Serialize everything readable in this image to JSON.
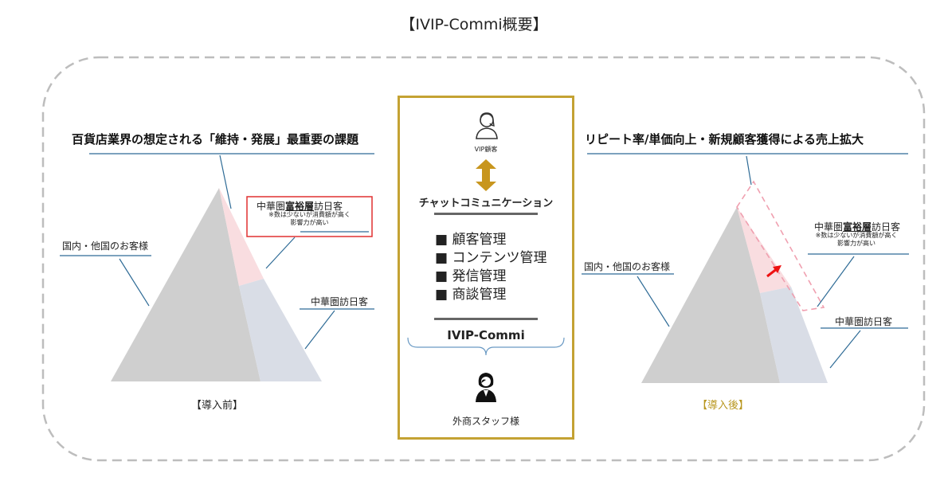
{
  "title": "【IVIP-Commi概要】",
  "left": {
    "heading": "百貨店業界の想定される「維持・発展」最重要の課題",
    "domestic_label": "国内・他国のお客様",
    "wealthy_prefix": "中華圏",
    "wealthy_emph": "富裕層",
    "wealthy_suffix": "訪日客",
    "wealthy_note_1": "※数は少ないが消費額が高く",
    "wealthy_note_2": "影響力が高い",
    "chinese_label": "中華圏訪日客",
    "caption": "【導入前】"
  },
  "center": {
    "vip_label": "VIP顧客",
    "chat_label": "チャットコミュニケーション",
    "menu": [
      "■ 顧客管理",
      "■ コンテンツ管理",
      "■ 発信管理",
      "■ 商談管理"
    ],
    "product": "IVIP-Commi",
    "staff_label": "外商スタッフ様"
  },
  "right": {
    "heading": "リピート率/単価向上・新規顧客獲得による売上拡大",
    "domestic_label": "国内・他国のお客様",
    "wealthy_prefix": "中華圏",
    "wealthy_emph": "富裕層",
    "wealthy_suffix": "訪日客",
    "wealthy_note_1": "※数は少ないが消費額が高く",
    "wealthy_note_2": "影響力が高い",
    "chinese_label": "中華圏訪日客",
    "caption": "【導入後】"
  },
  "colors": {
    "gold": "#c4a233",
    "line_blue": "#2e6b96",
    "pyramid_gray": "#cfcfcf",
    "pyramid_pink": "#f9dde0",
    "pyramid_blue": "#d9dde6",
    "red_box": "#e03030",
    "pink_dashed": "#f0a0b0",
    "arrow_red": "#ee1111",
    "arrow_gold": "#c8961e"
  },
  "icons": [
    "person-outline-icon",
    "double-arrow-icon",
    "staff-person-icon"
  ]
}
